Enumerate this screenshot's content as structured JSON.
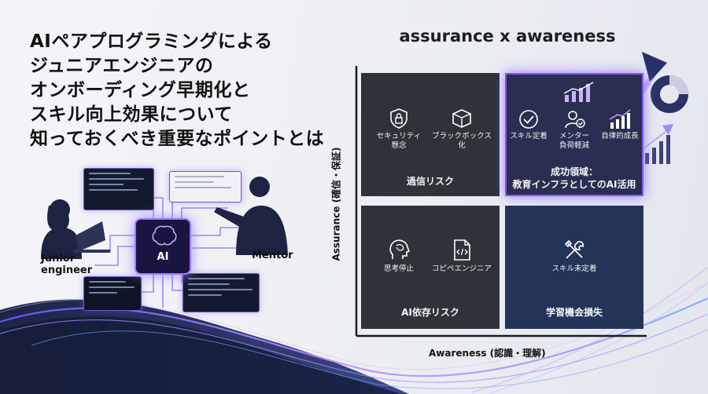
{
  "headline": {
    "lines": [
      "AIペアプログラミングによる",
      "ジュニアエンジニアの",
      "オンボーディング早期化と",
      "スキル向上効果について",
      "知っておくべき重要なポイントとは"
    ]
  },
  "illustration": {
    "junior_label": "Junior\nengineer",
    "junior_line1": "Junior",
    "junior_line2": "engineer",
    "mentor_label": "Mentor",
    "chip_label": "AI",
    "accent_color": "#8b5cf6"
  },
  "matrix": {
    "title": "assurance x awareness",
    "y_axis_label": "Assurance (確信・保証)",
    "x_axis_label": "Awareness (認識・理解)",
    "quadrants": {
      "top_left": {
        "items": [
          {
            "icon": "shield-lock-icon",
            "label_line1": "セキュリティ",
            "label_line2": "懸念"
          },
          {
            "icon": "black-box-icon",
            "label_line1": "ブラックボックス",
            "label_line2": "化"
          }
        ],
        "caption": "過信リスク",
        "color": "#2f3238"
      },
      "top_right": {
        "items": [
          {
            "icon": "checkmark-icon",
            "label_line1": "スキル定着",
            "label_line2": ""
          },
          {
            "icon": "mentor-user-check-icon",
            "label_line1": "メンター",
            "label_line2": "負荷軽減"
          },
          {
            "icon": "growth-chart-icon",
            "label_line1": "自律的成長",
            "label_line2": ""
          }
        ],
        "caption_line1": "成功領域：",
        "caption_line2": "教育インフラとしてのAI活用",
        "color": "#2a2f52"
      },
      "bottom_left": {
        "items": [
          {
            "icon": "brain-head-icon",
            "label_line1": "思考停止",
            "label_line2": ""
          },
          {
            "icon": "code-document-icon",
            "label_line1": "コピペエンジニア",
            "label_line2": ""
          }
        ],
        "caption": "AI依存リスク",
        "color": "#2f3238"
      },
      "bottom_right": {
        "items": [
          {
            "icon": "tools-icon",
            "label_line1": "スキル未定着",
            "label_line2": ""
          }
        ],
        "caption": "学習機会損失",
        "color": "#243458"
      }
    }
  }
}
